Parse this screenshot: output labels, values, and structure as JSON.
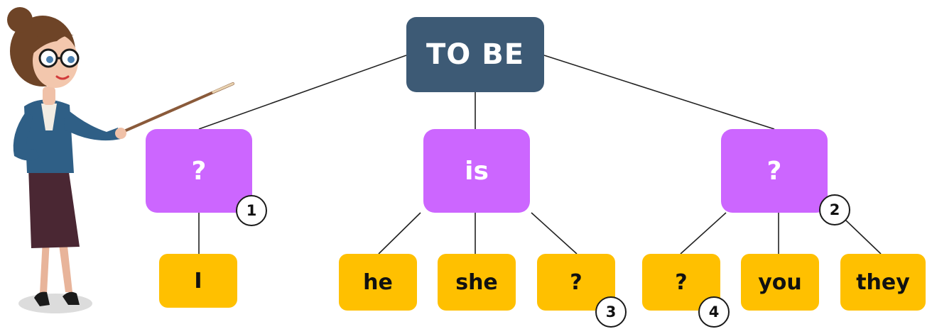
{
  "diagram": {
    "root": {
      "label": "TO BE"
    },
    "middle": [
      {
        "label": "?"
      },
      {
        "label": "is"
      },
      {
        "label": "?"
      }
    ],
    "leaves": [
      {
        "label": "I"
      },
      {
        "label": "he"
      },
      {
        "label": "she"
      },
      {
        "label": "?"
      },
      {
        "label": "?"
      },
      {
        "label": "you"
      },
      {
        "label": "they"
      }
    ],
    "badges": [
      "1",
      "2",
      "3",
      "4"
    ]
  },
  "colors": {
    "root": "#3d5a75",
    "middle": "#cc66ff",
    "leaf": "#ffc000",
    "badge_border": "#1a1a1a",
    "line": "#222222"
  }
}
